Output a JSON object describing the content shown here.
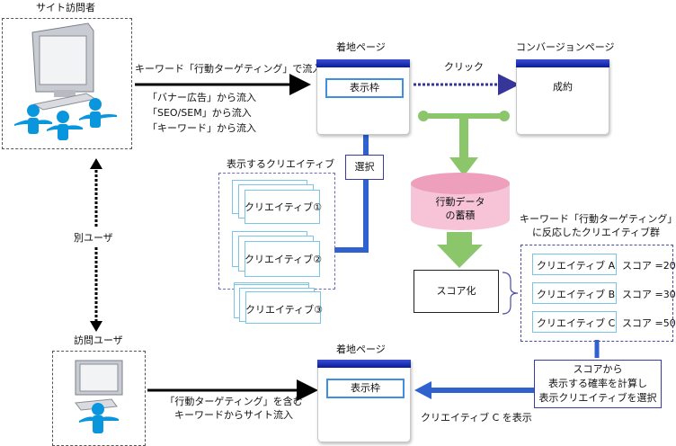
{
  "title": "行動ターゲティング広告の仕組み",
  "visitors": {
    "title": "サイト訪問者",
    "main_flow": "キーワード「行動ターゲティング」で流入",
    "sources": [
      "「バナー広告」から流入",
      "「SEO/SEM」から流入",
      "「キーワード」から流入"
    ]
  },
  "other_user_label": "別ユーザ",
  "visit_user": {
    "title": "訪問ユーザ",
    "flow_line1": "「行動ターゲティング」を含む",
    "flow_line2": "キーワードからサイト流入"
  },
  "landing_top": {
    "title": "着地ページ",
    "frame": "表示枠"
  },
  "conversion": {
    "title": "コンバージョンページ",
    "body": "成約"
  },
  "click_label": "クリック",
  "select_label": "選択",
  "creatives": {
    "title": "表示するクリエイティブ",
    "items": [
      "クリエイティブ①",
      "クリエイティブ②",
      "クリエイティブ③"
    ]
  },
  "storage": {
    "line1": "行動データ",
    "line2": "の蓄積"
  },
  "scoring": "スコア化",
  "group": {
    "title_line1": "キーワード「行動ターゲティング」",
    "title_line2": "に反応したクリエイティブ群",
    "items": [
      {
        "name": "クリエイティブ A",
        "score": "スコア =20"
      },
      {
        "name": "クリエイティブ B",
        "score": "スコア =30"
      },
      {
        "name": "クリエイティブ C",
        "score": "スコア =50"
      }
    ]
  },
  "calc_box": {
    "line1": "スコアから",
    "line2": "表示する確率を計算し",
    "line3": "表示クリエイティブを選択"
  },
  "landing_bottom": {
    "title": "着地ページ",
    "frame": "表示枠"
  },
  "display_label": "クリエイティブ C を表示",
  "colors": {
    "accent_blue": "#2f62cf",
    "green": "#8cc66a",
    "pink": "#f4bcd0",
    "person_blue": "#0a96dc",
    "purple_dash": "#4b4ba8"
  }
}
